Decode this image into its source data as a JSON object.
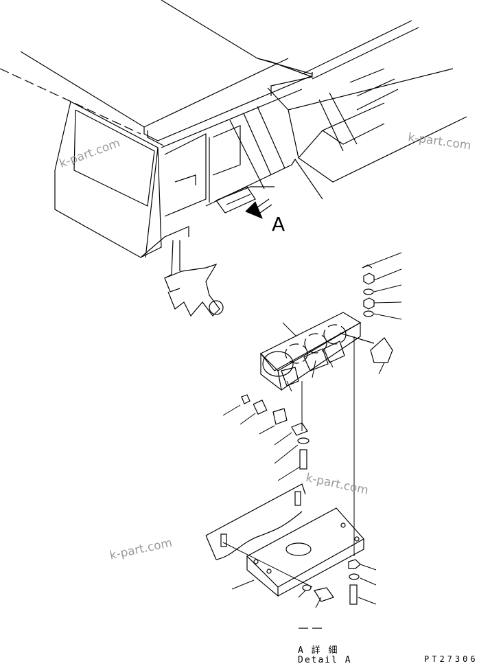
{
  "callout_letter": "A",
  "detail_title_jp": "A 詳 細",
  "detail_title_en": "Detail A",
  "drawing_code": "PT27306",
  "watermark_text": "k-part.com"
}
